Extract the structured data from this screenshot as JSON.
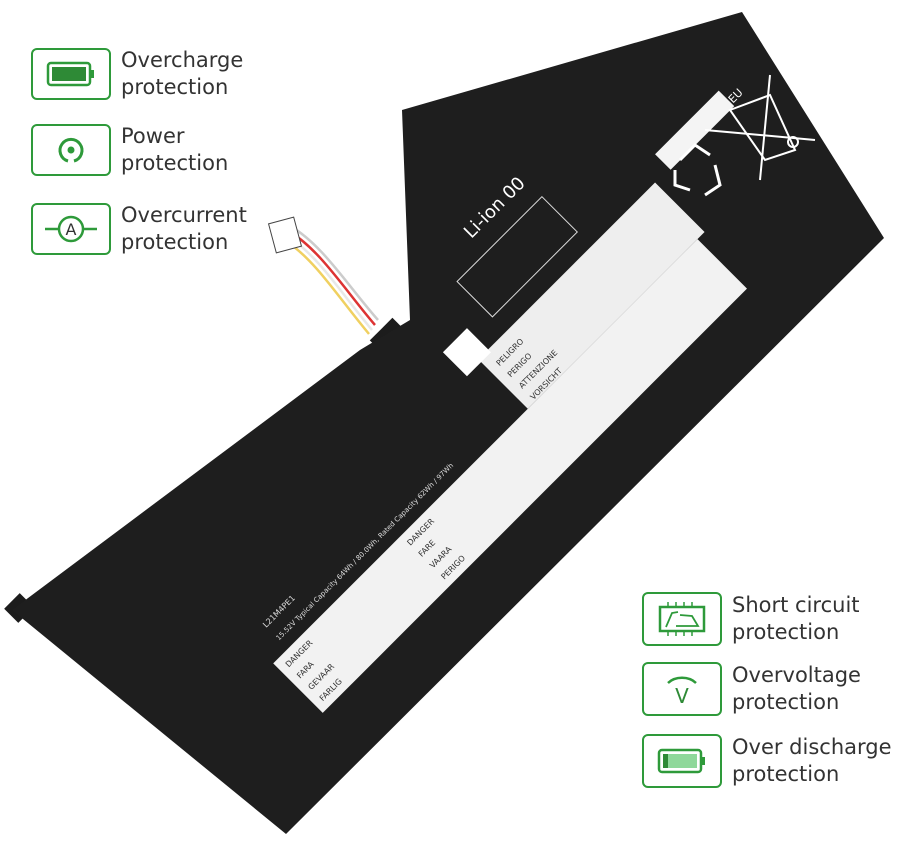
{
  "accent_color": "#2e9a3a",
  "features_left": [
    {
      "icon": "battery-full-icon",
      "line1": "Overcharge",
      "line2": "protection"
    },
    {
      "icon": "power-icon",
      "line1": "Power",
      "line2": "protection"
    },
    {
      "icon": "ammeter-icon",
      "line1": "Overcurrent",
      "line2": "protection"
    }
  ],
  "features_right": [
    {
      "icon": "circuit-board-icon",
      "line1": "Short circuit",
      "line2": "protection"
    },
    {
      "icon": "voltmeter-icon",
      "line1": "Overvoltage",
      "line2": "protection"
    },
    {
      "icon": "battery-low-icon",
      "line1": "Over discharge",
      "line2": "protection"
    }
  ],
  "battery": {
    "eu_mark": "EU",
    "chemistry": "Li-ion 00",
    "model": "L21M4PE1",
    "spec_line": "15.52V Typical Capacity 64Wh / 80.0Wh, Rated Capacity 62Wh / 97Wh",
    "warnings": [
      "DANGER",
      "FARA",
      "GEVAAR",
      "FARLIG",
      "DANGER",
      "FARE",
      "VAARA",
      "PERIGO",
      "PELIGRO",
      "PERIGO",
      "ATTENZIONE",
      "VORSICHT"
    ]
  }
}
